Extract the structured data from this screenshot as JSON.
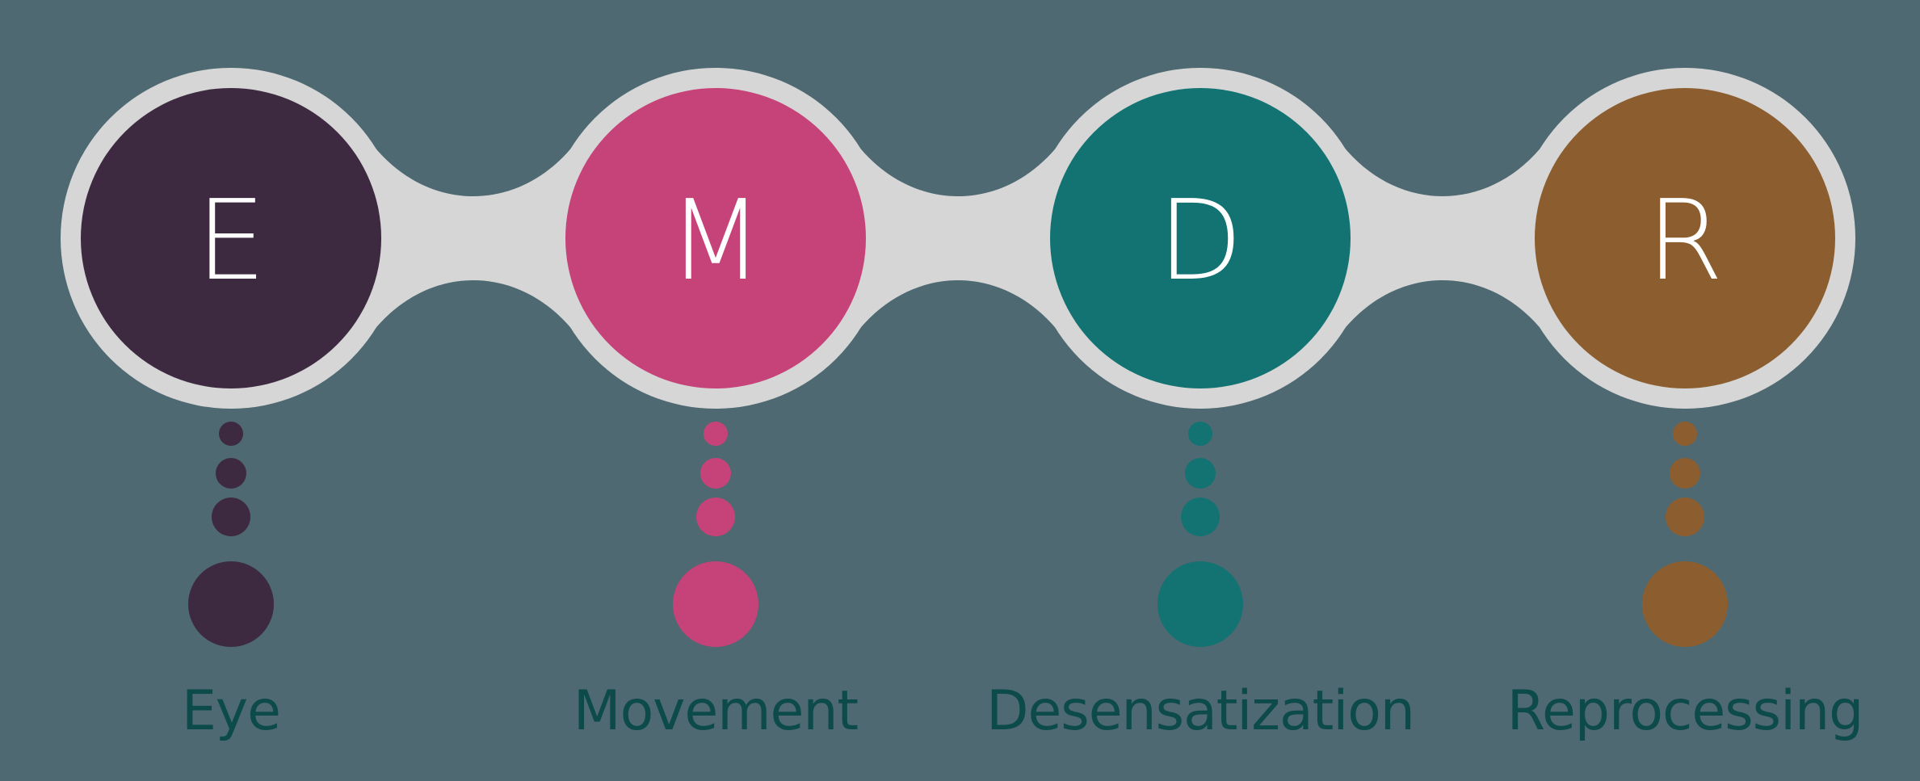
{
  "page": {
    "background_color": "#4e6971"
  },
  "diagram": {
    "type": "acronym-infographic",
    "acronym": "EMDR",
    "ring_color": "#d6d6d6",
    "connector_color": "#d6d6d6",
    "letter_color": "#ffffff",
    "label_color": "#0d4a4a",
    "stages": [
      {
        "letter": "E",
        "label": "Eye",
        "color": "#3d2a40"
      },
      {
        "letter": "M",
        "label": "Movement",
        "color": "#c64379"
      },
      {
        "letter": "D",
        "label": "Desensatization",
        "color": "#137372"
      },
      {
        "letter": "R",
        "label": "Reprocessing",
        "color": "#8c5e2f"
      }
    ]
  }
}
